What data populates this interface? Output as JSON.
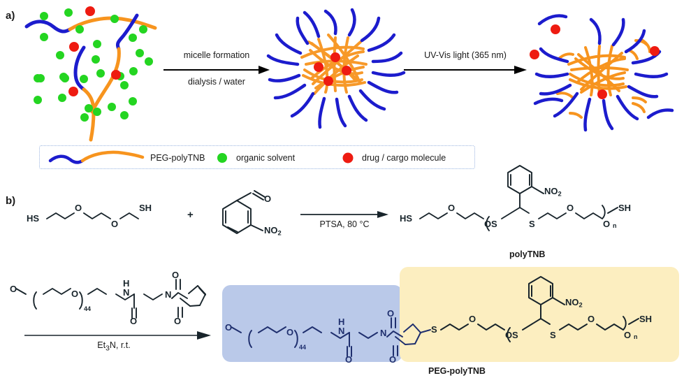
{
  "figure": {
    "panels": {
      "a_letter": "a)",
      "b_letter": "b)"
    }
  },
  "panel_a": {
    "arrow1": {
      "above": "micelle formation",
      "below": "dialysis / water"
    },
    "arrow2": {
      "above": "UV-Vis light (365 nm)",
      "below": ""
    },
    "legend": {
      "items": [
        {
          "label": "PEG-polyTNB",
          "icon": "polymer-chain-swatch",
          "colors": [
            "#1c1ccd",
            "#f7941e"
          ]
        },
        {
          "label": "organic solvent",
          "icon": "green-dot",
          "color": "#24d521"
        },
        {
          "label": "drug / cargo molecule",
          "icon": "red-dot",
          "color": "#ee1b11"
        }
      ]
    },
    "colors": {
      "peg_blue": "#1c1ccd",
      "polytnb_orange": "#f7941e",
      "solvent_green": "#24d521",
      "drug_red": "#ee1b11",
      "legend_border": "#9ab4e0"
    }
  },
  "panel_b": {
    "row1": {
      "reagent1_labels": [
        "HS",
        "O",
        "O",
        "SH"
      ],
      "plus": "+",
      "reagent2_labels": [
        "O",
        "NO2"
      ],
      "conditions": "PTSA, 80 °C",
      "product_labels": [
        "HS",
        "O",
        "O",
        "S",
        "S",
        "O",
        "O",
        "SH",
        "NO2",
        "n"
      ],
      "product_name": "polyTNB"
    },
    "row2": {
      "reagent_labels": [
        "O",
        "O",
        "44",
        "H",
        "N",
        "O",
        "N",
        "O",
        "O"
      ],
      "conditions": "Et3N, r.t.",
      "product_labels": [
        "O",
        "O",
        "44",
        "H",
        "N",
        "O",
        "N",
        "O",
        "O",
        "S",
        "O",
        "O",
        "S",
        "S",
        "O",
        "O",
        "SH",
        "NO2",
        "n"
      ],
      "product_name": "PEG-polyTNB",
      "highlight_blue": "#bac9e9",
      "highlight_yellow": "#fceec0",
      "peg_draw_color": "#1f2f6e",
      "tnb_draw_color": "#18242b"
    }
  }
}
